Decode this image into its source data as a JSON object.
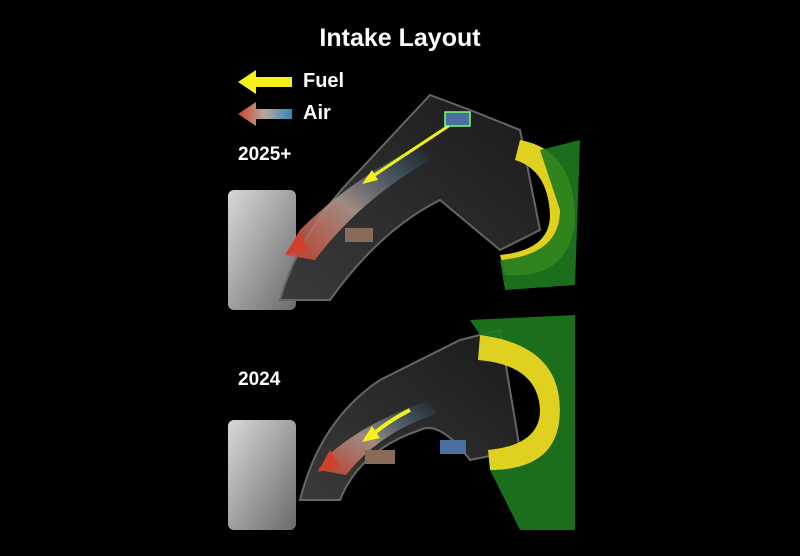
{
  "title": "Intake Layout",
  "legend": [
    {
      "label": "Fuel",
      "color": "#f5ef1a"
    },
    {
      "label": "Air",
      "color_start": "#c9462a",
      "color_end": "#2f87b8"
    }
  ],
  "panels": [
    {
      "label": "2025+"
    },
    {
      "label": "2024"
    }
  ]
}
